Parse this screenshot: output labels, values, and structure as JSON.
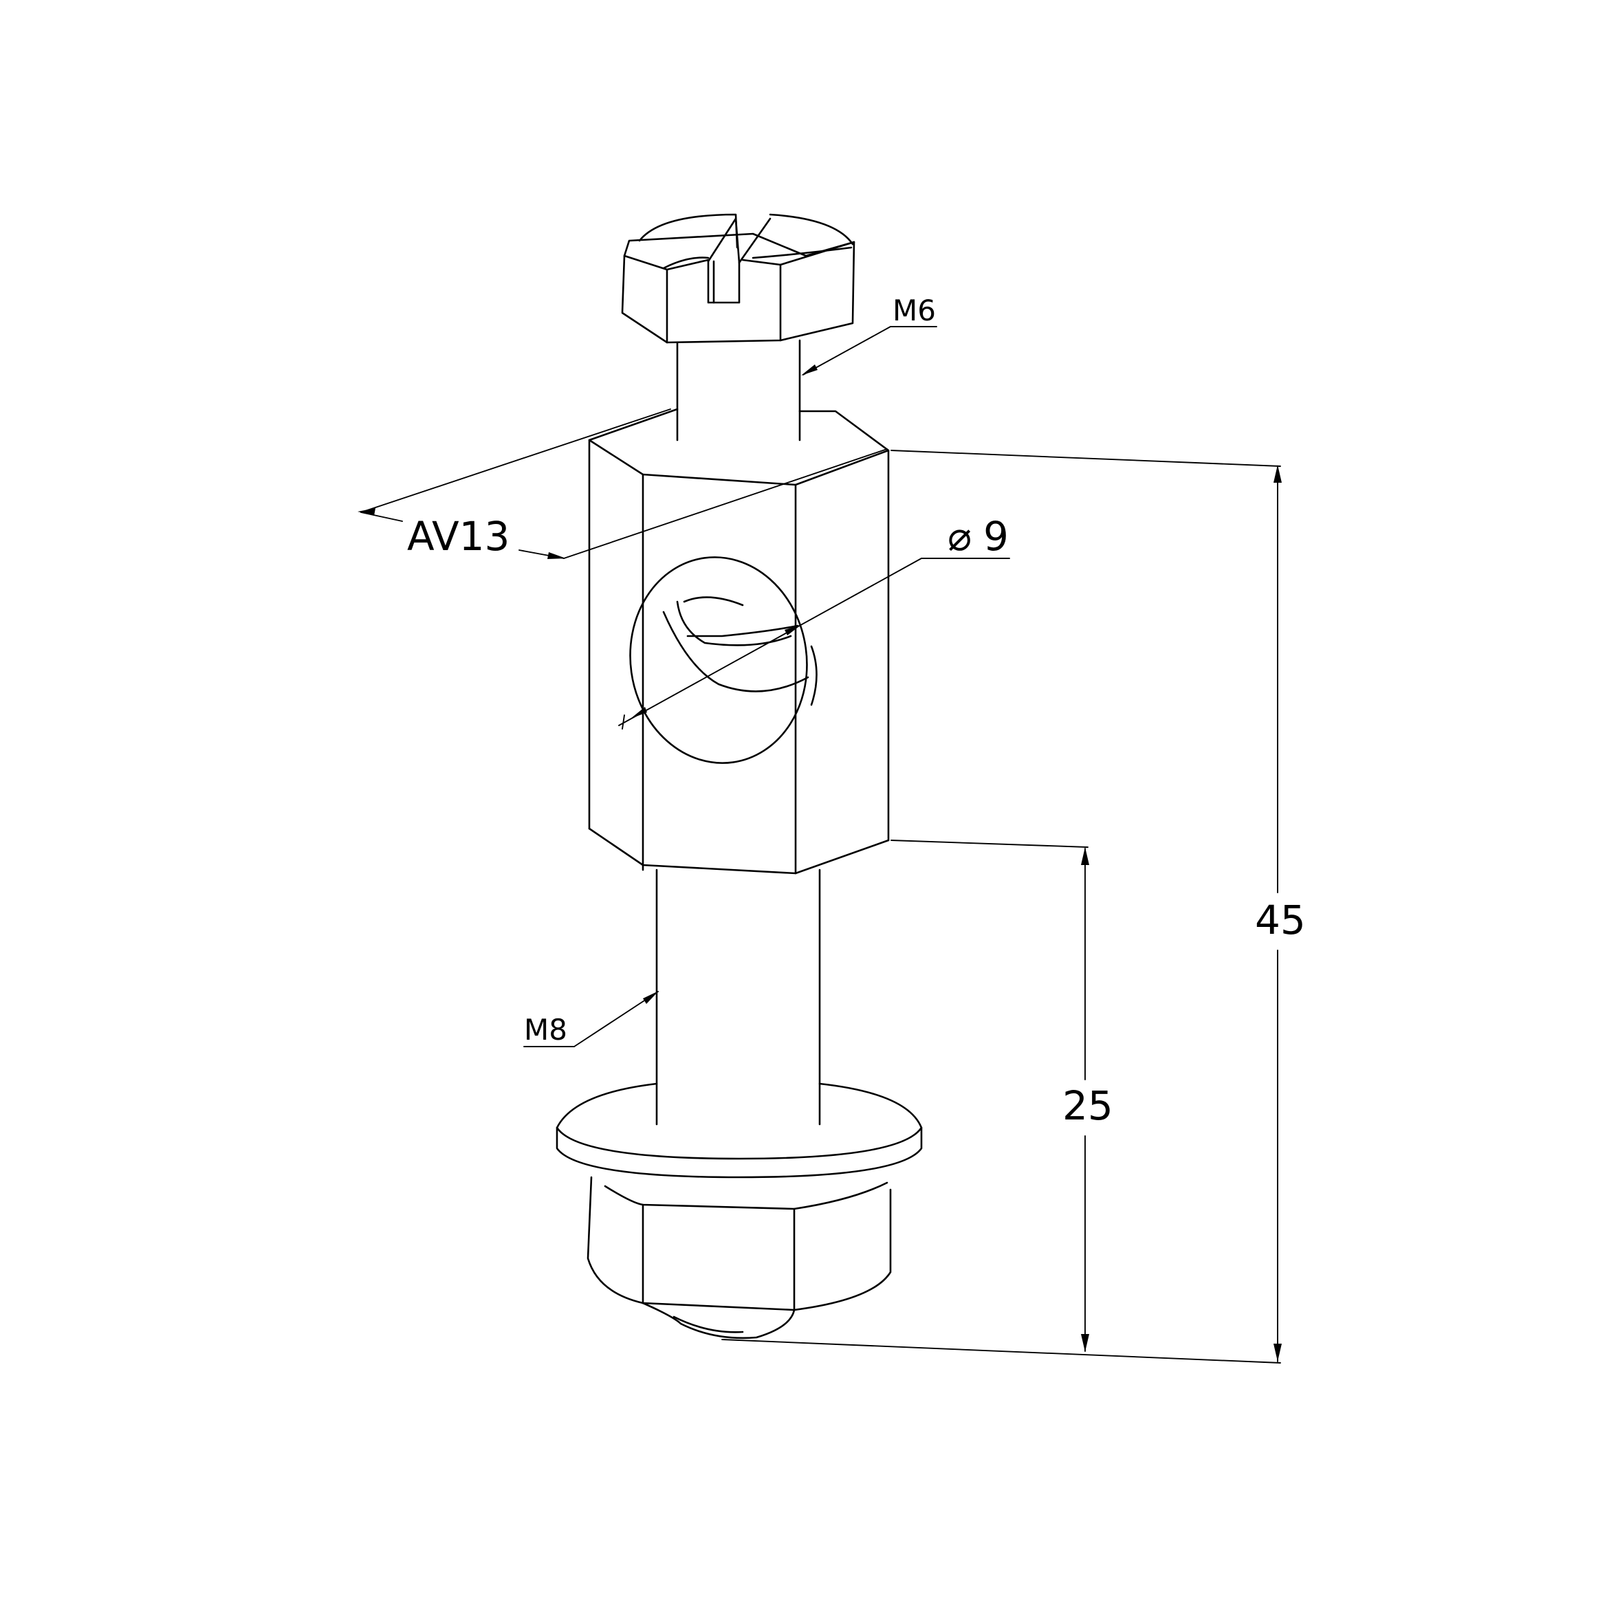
{
  "drawing": {
    "part_name": "",
    "dimensions": {
      "thread_top": "M6",
      "thread_bottom": "M8",
      "across_flats": "AV13",
      "hole_diameter": "9",
      "hole_diameter_symbol": "⌀",
      "overall_height": "45",
      "lower_height": "25"
    }
  }
}
